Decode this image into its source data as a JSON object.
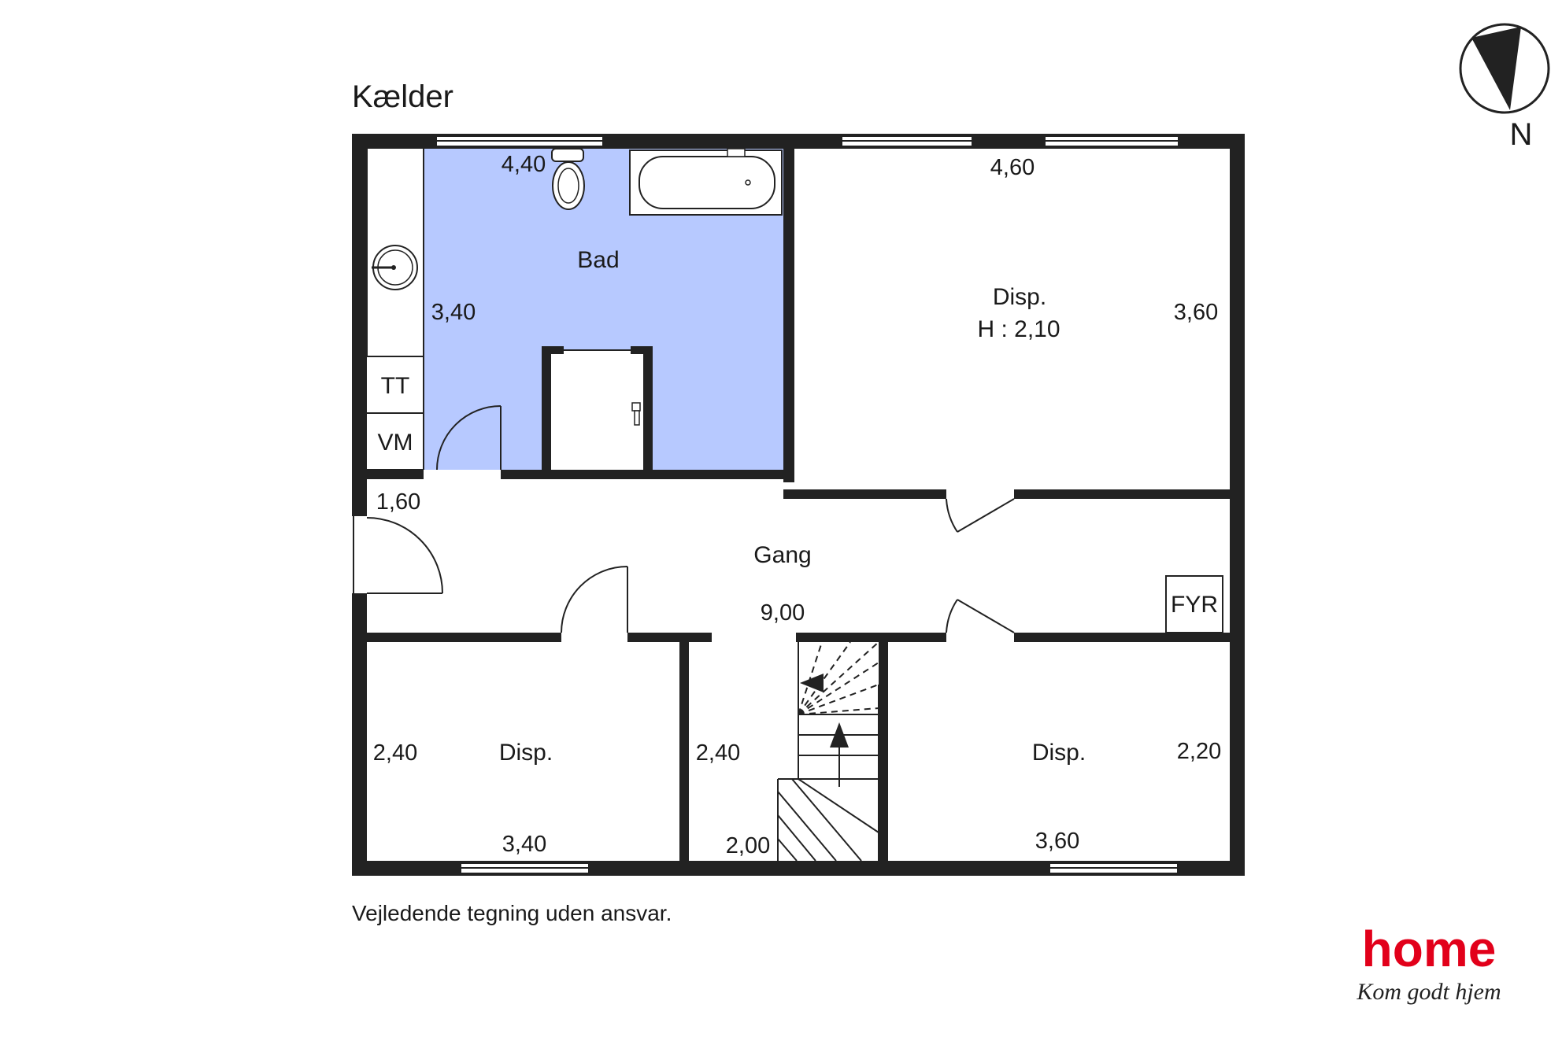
{
  "title": "Kælder",
  "disclaimer": "Vejledende tegning uden ansvar.",
  "compass": {
    "label": "N"
  },
  "brand": {
    "name": "home",
    "tagline": "Kom godt hjem",
    "color": "#e2001a"
  },
  "colors": {
    "bathroom": "#b7c9ff",
    "wall": "#222222"
  },
  "rooms": {
    "bad": {
      "name": "Bad",
      "width": "4,40",
      "depth": "3,40"
    },
    "disp_top": {
      "name": "Disp.",
      "height_note": "H : 2,10",
      "width": "4,60",
      "depth": "3,60"
    },
    "gang": {
      "name": "Gang",
      "length": "9,00",
      "width": "1,60"
    },
    "disp_bl": {
      "name": "Disp.",
      "width": "3,40",
      "depth": "2,40"
    },
    "stair": {
      "width": "2,00",
      "depth": "2,40"
    },
    "disp_br": {
      "name": "Disp.",
      "width": "3,60",
      "depth": "2,20"
    }
  },
  "fixtures": {
    "tt": "TT",
    "vm": "VM",
    "fyr": "FYR"
  }
}
